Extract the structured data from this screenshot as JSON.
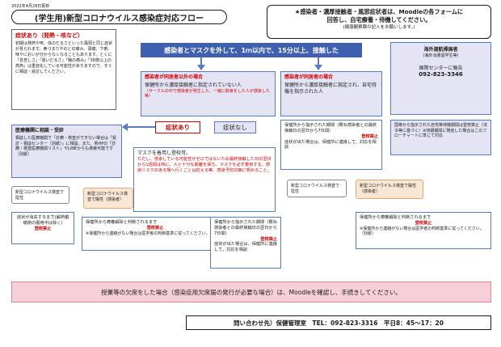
{
  "date": "2022年4月28日更新",
  "title": "(学生用)新型コロナウイルス感染症対応フロー",
  "notice": {
    "line1": "★感染者・濃厚接触者・風邪症状者は、Moodleの各フォームに",
    "line2": "回答し、自宅療養・待機してください。",
    "line3": "(健康観察票の記入をお願いします。)"
  },
  "symptom": {
    "heading": "症状あり（発熱・咳など）",
    "body": "初期は発熱や咳、体のだるさといった風邪と同じ症状が見られます。鼻づまりやのどの痛み、頭痛、下痢、味やにおいが分からなくなることもあります。とくに「息苦しさ」「強いだるさ」「胸の痛み」「38度以上の高熱」は重症化している可能性がありますので、すぐに相談・受診してください。"
  },
  "top_banner": "感染者とマスクを外して、1ｍ以内で、15分以上、接触した",
  "non_household": {
    "heading": "感染者が同居者以外の場合",
    "body": "保健所から濃厚接触者に指定されていない人",
    "note": "（サークルの中で感染者が発生した、一緒に飲食をした人が感染した等）"
  },
  "household": {
    "heading": "感染者が同居者の場合",
    "body": "保健所から濃厚接触者に指定され、自宅待機を指示された人"
  },
  "symptom_yes": "症状あり",
  "symptom_no": "症状なし",
  "medical": {
    "heading": "医療機関に相談・受診",
    "body": "相談した医療機関で「診療・検査ができない場合は「受診・相談センター（別紙）」に相談。また、県HPの「診療・検査医療機関リスト」やLINEからも検索可能です（別紙）"
  },
  "mask": {
    "lead": "マスクを着用し登校可。",
    "body": "ただし、感染している可能性がゼロではないため最終接触した日の翌日から1週間は特に、人と十分な距離を保ち、マスクを必ず着用する、感染リスクのある場へ行くことは控える等、感染予防対策に努めること。"
  },
  "household_steps": {
    "item1": "保健所から指示された期間（概ね感染者との最終接触日の翌日から7日間）",
    "ban1": "登校禁止",
    "item2": "症状が出た場合は、保健所に連絡して、対応を相談"
  },
  "overseas": {
    "heading": "海外渡航帰国者",
    "sub": "(海外派遣留学生等)",
    "center": "国際センターに報告",
    "phone": "092-823-3346"
  },
  "overseas_detail": "国等から指示された自宅等待機期間は登校禁止（法令等に基づく）※待期期間に発症した場合はこのフローチャートに準じて対応",
  "negative": "新型コロナウイルス検査で陰性",
  "positive": "新型コロナウイルス検査で陽性（感染者）",
  "negative_r": "新型コロナウイルス検査で陰性",
  "positive_r": "新型コロナウイルス検査で陽性（感染者）",
  "until_gone": "症状が消失するまで(解熱鎮痛剤の服用中は除く)",
  "ban": "登校禁止",
  "release": {
    "lead": "保健所から療養解除と判断されるまで",
    "ban": "登校禁止",
    "note": "※保健所から連絡がない場合は医学者の判断基準に従ってください。（別紙）"
  },
  "release_r": {
    "lead": "保健所から療養解除と判断されるまで",
    "ban": "登校禁止",
    "note": "※保健所から連絡がない場合は医学者の判断基準に従ってください。（別紙）"
  },
  "household_steps2": {
    "item1": "保健所から指示された期間（概ね感染者との最終接触日の翌日から7日間）",
    "ban1": "登校禁止",
    "item2": "症状が出た場合は、保健所に連絡して、対応を相談"
  },
  "absence": "授業等の欠席をした場合（感染症用欠席届の発行が必要な場合）は、Moodleを確認し、手続きしてください。",
  "contact": "問い合わせ先）保健管理室　TEL：092-823-3316　平日8：45～17：20",
  "colors": {
    "banner": "#3f5fb0",
    "heading_red": "#d40000",
    "lavender": "#e4e4f4",
    "pink": "#f7dede",
    "peach": "#f9e7d5",
    "green": "#dcefd8",
    "absence_bg": "#f6cfd9"
  }
}
